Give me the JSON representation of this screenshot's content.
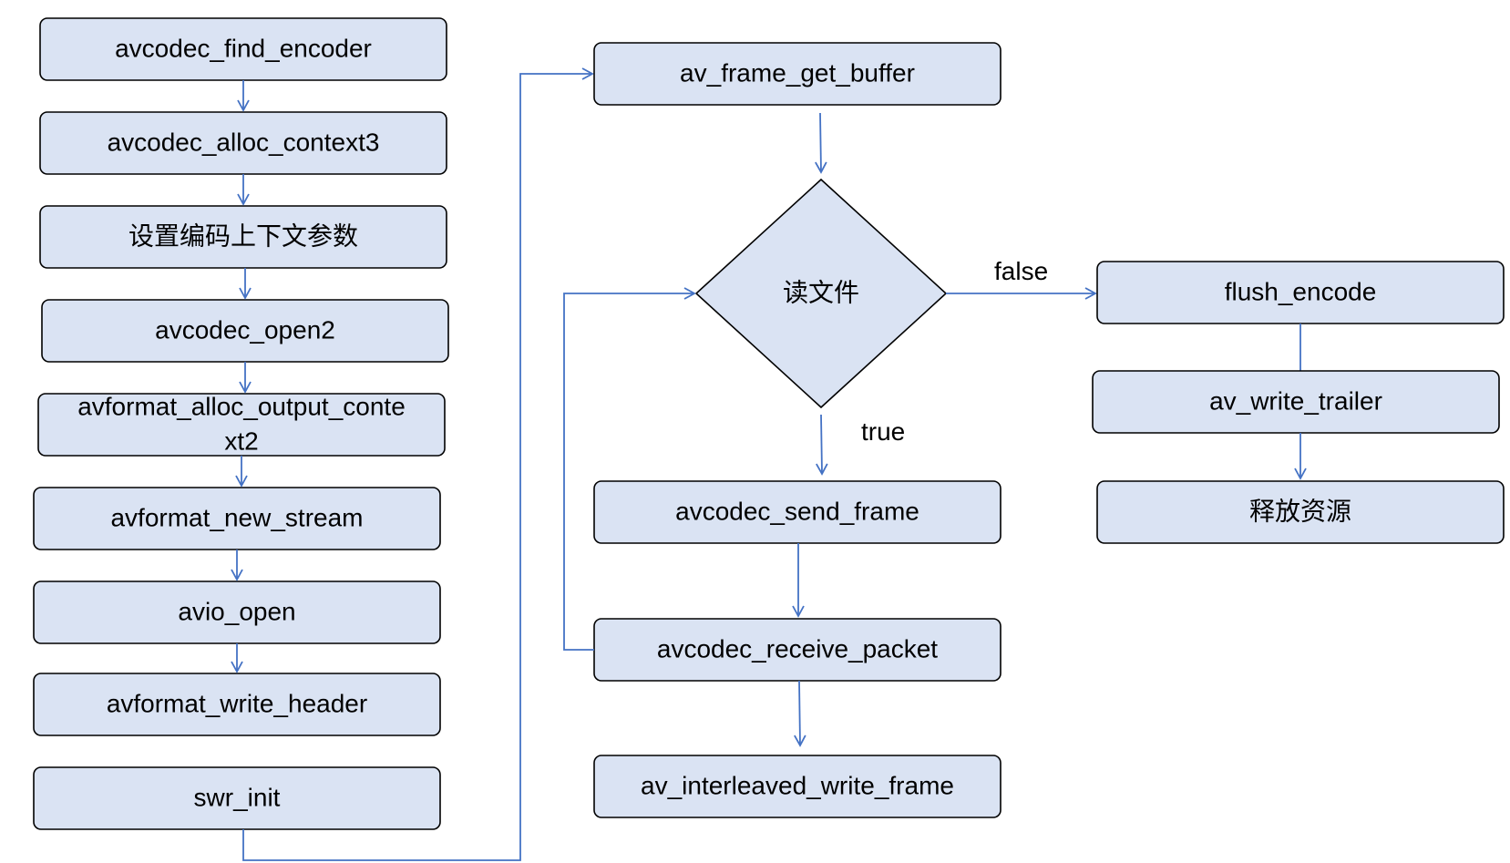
{
  "nodes": {
    "find_encoder": "avcodec_find_encoder",
    "alloc_context3": "avcodec_alloc_context3",
    "set_params": "设置编码上下文参数",
    "open2": "avcodec_open2",
    "alloc_output_line1": "avformat_alloc_output_conte",
    "alloc_output_line2": "xt2",
    "new_stream": "avformat_new_stream",
    "avio_open": "avio_open",
    "write_header": "avformat_write_header",
    "swr_init": "swr_init",
    "get_buffer": "av_frame_get_buffer",
    "read_file": "读文件",
    "send_frame": "avcodec_send_frame",
    "receive_packet": "avcodec_receive_packet",
    "interleaved_write": "av_interleaved_write_frame",
    "flush_encode": "flush_encode",
    "write_trailer": "av_write_trailer",
    "release": "释放资源"
  },
  "edge_labels": {
    "false": "false",
    "true": "true"
  },
  "colors": {
    "box_fill": "#dae3f3",
    "box_stroke": "#000000",
    "arrow": "#4472c4"
  }
}
